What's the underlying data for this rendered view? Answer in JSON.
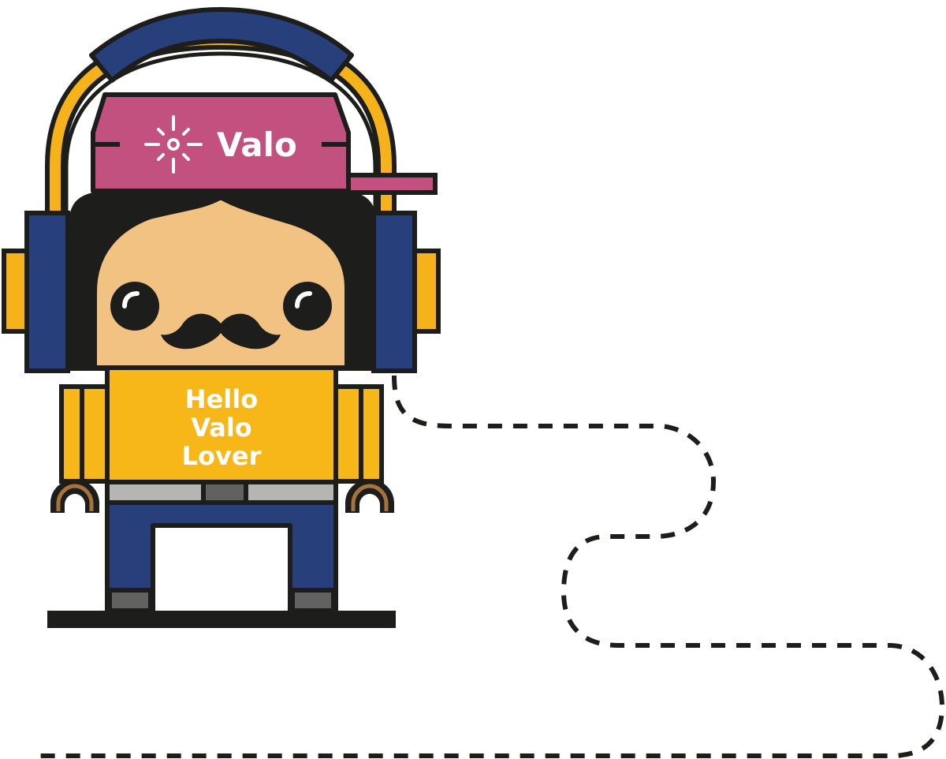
{
  "character": {
    "cap_brand": "Valo",
    "shirt_lines": [
      "Hello",
      "Valo",
      "Lover"
    ]
  },
  "colors": {
    "outline": "#1d1d1b",
    "cap": "#c25180",
    "headband": "#27407c",
    "headband_inner": "#f5b21b",
    "earcup": "#27407c",
    "earcup_back": "#f5b21b",
    "hair": "#1d1d1b",
    "skin": "#f2c283",
    "shirt": "#f7b718",
    "belt": "#b5b5b4",
    "buckle": "#616161",
    "pants": "#27407c",
    "shoes": "#616161",
    "hands": "#a8723c",
    "ground": "#1d1d1b"
  },
  "icons": [
    "sun-logo-icon",
    "headphones-icon",
    "cable-icon"
  ]
}
